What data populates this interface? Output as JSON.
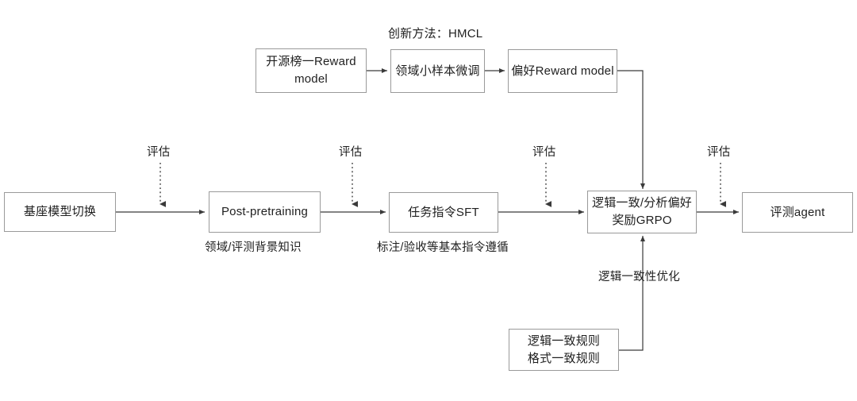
{
  "diagram": {
    "title_note": "创新方法：HMCL",
    "nodes": [
      {
        "id": "base-model-switch",
        "label_1": "基座模型切换",
        "label_2": ""
      },
      {
        "id": "post-pretraining",
        "label_1": "Post-pretraining",
        "label_2": ""
      },
      {
        "id": "task-instruction-sft",
        "label_1": "任务指令SFT",
        "label_2": ""
      },
      {
        "id": "logic-consistency-grpo",
        "label_1": "逻辑一致/分析偏好",
        "label_2": "奖励GRPO"
      },
      {
        "id": "eval-agent",
        "label_1": "评测agent",
        "label_2": ""
      },
      {
        "id": "open-source-reward-model",
        "label_1": "开源榜一Reward",
        "label_2": "model"
      },
      {
        "id": "domain-few-shot-finetune",
        "label_1": "领域小样本微调",
        "label_2": ""
      },
      {
        "id": "preference-reward-model",
        "label_1": "偏好Reward model",
        "label_2": ""
      },
      {
        "id": "consistency-rules",
        "label_1": "逻辑一致规则",
        "label_2": "格式一致规则"
      }
    ],
    "captions": [
      {
        "id": "post-pretraining-caption",
        "text": "领域/评测背景知识"
      },
      {
        "id": "sft-caption",
        "text": "标注/验收等基本指令遵循"
      }
    ],
    "edge_labels": [
      {
        "id": "eval-1",
        "text": "评估"
      },
      {
        "id": "eval-2",
        "text": "评估"
      },
      {
        "id": "eval-3",
        "text": "评估"
      },
      {
        "id": "eval-4",
        "text": "评估"
      },
      {
        "id": "logic-consistency-optimization",
        "text": "逻辑一致性优化"
      }
    ],
    "colors": {
      "box_border": "#9a9a9a",
      "wire": "#3a3a3a",
      "background": "#ffffff",
      "text": "#1f1f1f"
    }
  }
}
